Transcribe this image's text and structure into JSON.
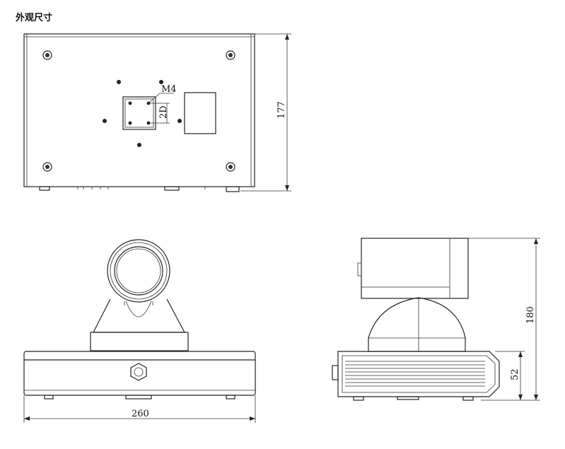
{
  "section_title": "外观尺寸",
  "labels": {
    "screw_thread": "M4",
    "spacing": "2D",
    "height_top_view": "177",
    "width_front_view": "260",
    "height_side_view": "180",
    "base_height_side_view": "52"
  }
}
